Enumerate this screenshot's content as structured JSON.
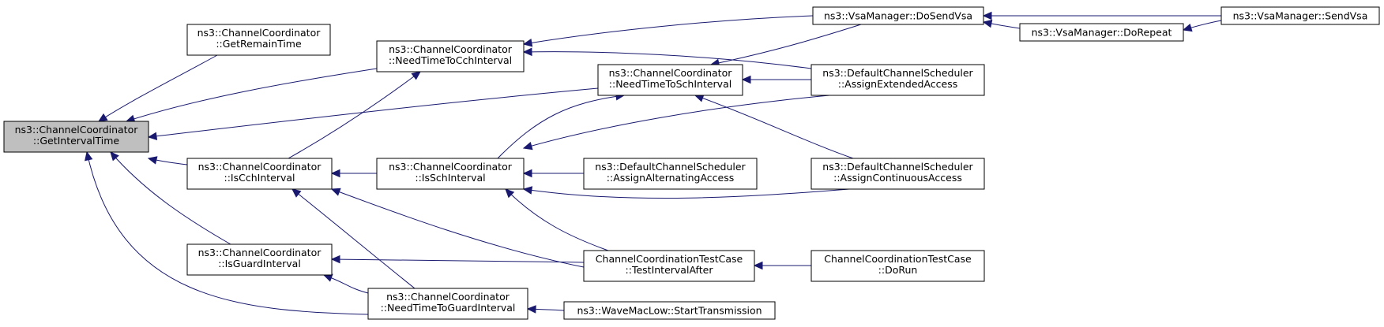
{
  "nodes": [
    {
      "id": "n0",
      "lines": [
        "ns3::ChannelCoordinator",
        "::GetIntervalTime"
      ],
      "root": true
    },
    {
      "id": "n1",
      "lines": [
        "ns3::ChannelCoordinator",
        "::GetRemainTime"
      ]
    },
    {
      "id": "n2",
      "lines": [
        "ns3::ChannelCoordinator",
        "::NeedTimeToCchInterval"
      ]
    },
    {
      "id": "n3",
      "lines": [
        "ns3::ChannelCoordinator",
        "::NeedTimeToSchInterval"
      ]
    },
    {
      "id": "n4",
      "lines": [
        "ns3::ChannelCoordinator",
        "::IsCchInterval"
      ]
    },
    {
      "id": "n5",
      "lines": [
        "ns3::ChannelCoordinator",
        "::IsSchInterval"
      ]
    },
    {
      "id": "n6",
      "lines": [
        "ns3::ChannelCoordinator",
        "::IsGuardInterval"
      ]
    },
    {
      "id": "n7",
      "lines": [
        "ns3::ChannelCoordinator",
        "::NeedTimeToGuardInterval"
      ]
    },
    {
      "id": "n8",
      "lines": [
        "ns3::VsaManager::DoSendVsa"
      ]
    },
    {
      "id": "n9",
      "lines": [
        "ns3::VsaManager::SendVsa"
      ]
    },
    {
      "id": "n10",
      "lines": [
        "ns3::VsaManager::DoRepeat"
      ]
    },
    {
      "id": "n11",
      "lines": [
        "ns3::DefaultChannelScheduler",
        "::AssignExtendedAccess"
      ]
    },
    {
      "id": "n12",
      "lines": [
        "ns3::DefaultChannelScheduler",
        "::AssignAlternatingAccess"
      ]
    },
    {
      "id": "n13",
      "lines": [
        "ns3::DefaultChannelScheduler",
        "::AssignContinuousAccess"
      ]
    },
    {
      "id": "n14",
      "lines": [
        "ChannelCoordinationTestCase",
        "::TestIntervalAfter"
      ]
    },
    {
      "id": "n15",
      "lines": [
        "ChannelCoordinationTestCase",
        "::DoRun"
      ]
    },
    {
      "id": "n16",
      "lines": [
        "ns3::WaveMacLow::StartTransmission"
      ]
    }
  ],
  "edges": [
    {
      "from": "n1",
      "to": "n0"
    },
    {
      "from": "n2",
      "to": "n0"
    },
    {
      "from": "n3",
      "to": "n0"
    },
    {
      "from": "n4",
      "to": "n0"
    },
    {
      "from": "n6",
      "to": "n0"
    },
    {
      "from": "n7",
      "to": "n0"
    },
    {
      "from": "n4",
      "to": "n2"
    },
    {
      "from": "n5",
      "to": "n4"
    },
    {
      "from": "n14",
      "to": "n4"
    },
    {
      "from": "n7",
      "to": "n4"
    },
    {
      "from": "n14",
      "to": "n6"
    },
    {
      "from": "n7",
      "to": "n6"
    },
    {
      "from": "n8",
      "to": "n2"
    },
    {
      "from": "n11",
      "to": "n2"
    },
    {
      "from": "n5",
      "to": "n3"
    },
    {
      "from": "n11",
      "to": "n3"
    },
    {
      "from": "n13",
      "to": "n3"
    },
    {
      "from": "n8",
      "to": "n3"
    },
    {
      "from": "n11",
      "to": "n5"
    },
    {
      "from": "n12",
      "to": "n5"
    },
    {
      "from": "n13",
      "to": "n5"
    },
    {
      "from": "n14",
      "to": "n5"
    },
    {
      "from": "n16",
      "to": "n7"
    },
    {
      "from": "n9",
      "to": "n8"
    },
    {
      "from": "n10",
      "to": "n8"
    },
    {
      "from": "n9",
      "to": "n10"
    },
    {
      "from": "n15",
      "to": "n14"
    }
  ]
}
